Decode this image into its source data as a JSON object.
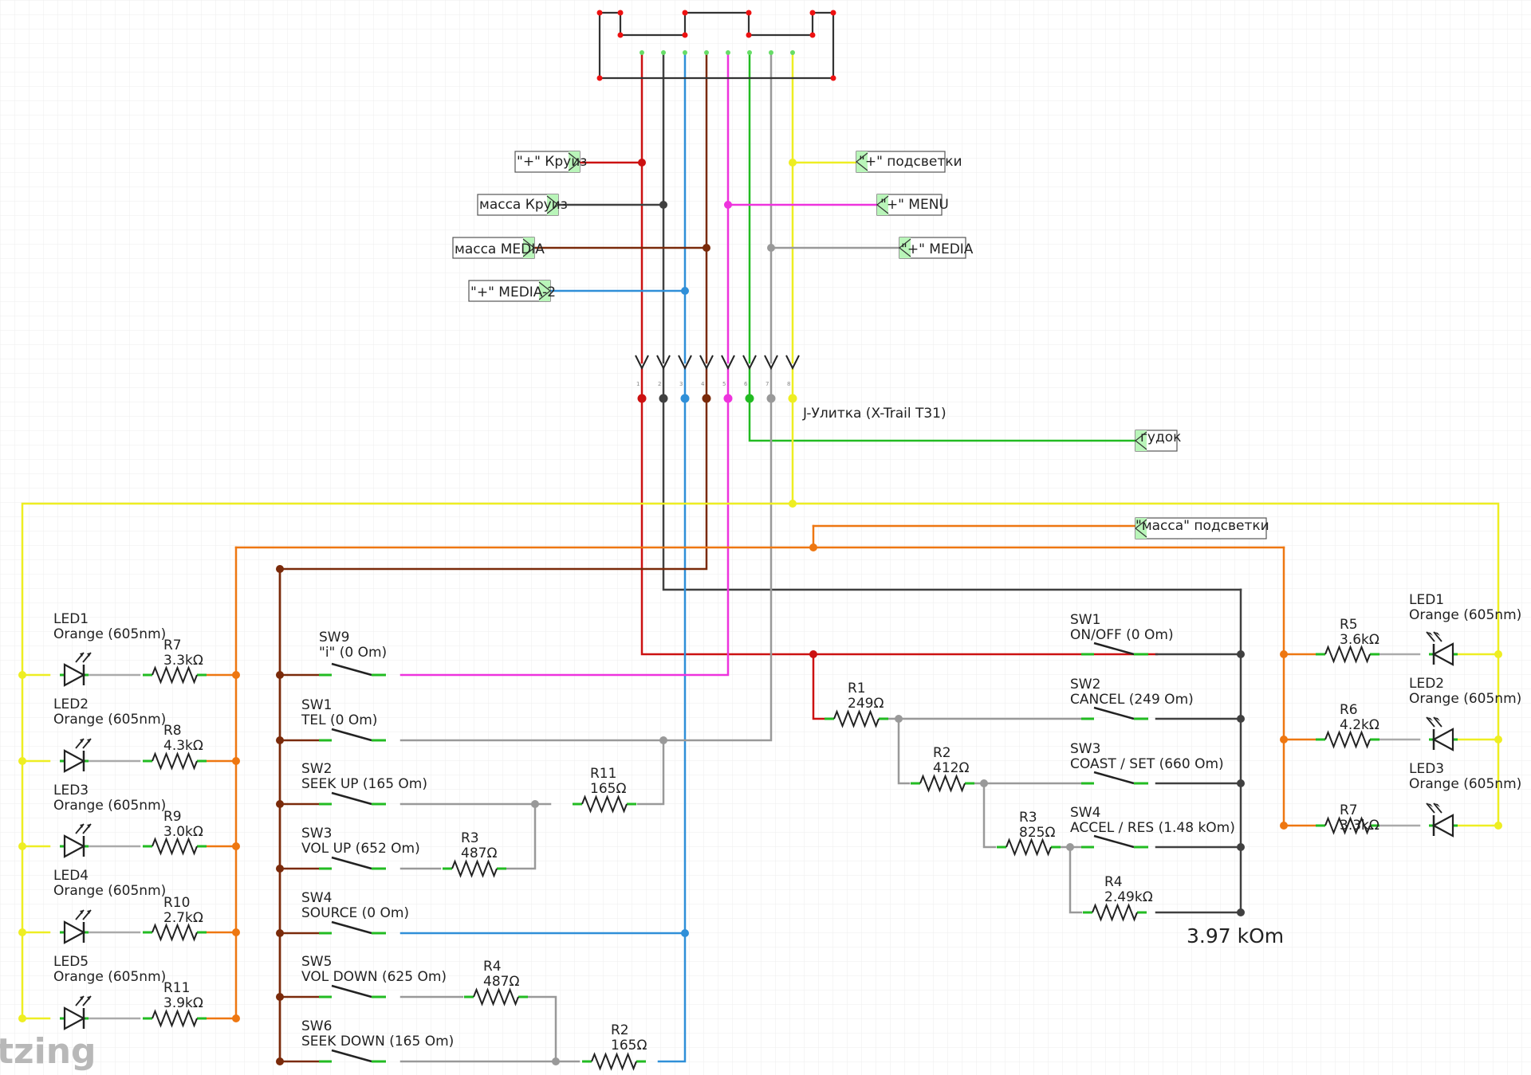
{
  "labels": {
    "kruiz_plus": "\"+\" Круиз",
    "kruiz_mass": "масса Круиз",
    "media_mass": "масса MEDIA",
    "media2_plus": "\"+\" MEDIA-2",
    "podsvetka_plus": "\"+\" подсветки",
    "menu_plus": "\"+\" MENU",
    "media_plus": "\"+\" MEDIA",
    "gudok": "гудок",
    "podsvetka_mass": "\"масса\" подсветки",
    "connector": "J-Улитка (X-Trail T31)",
    "total": "3.97 kOm",
    "watermark": "tzing"
  },
  "pins": [
    "1",
    "2",
    "3",
    "4",
    "5",
    "6",
    "7",
    "8"
  ],
  "left_leds": [
    {
      "name": "LED1",
      "spec": "Orange (605nm)",
      "res": "R7",
      "val": "3.3kΩ"
    },
    {
      "name": "LED2",
      "spec": "Orange (605nm)",
      "res": "R8",
      "val": "4.3kΩ"
    },
    {
      "name": "LED3",
      "spec": "Orange (605nm)",
      "res": "R9",
      "val": "3.0kΩ"
    },
    {
      "name": "LED4",
      "spec": "Orange (605nm)",
      "res": "R10",
      "val": "2.7kΩ"
    },
    {
      "name": "LED5",
      "spec": "Orange (605nm)",
      "res": "R11",
      "val": "3.9kΩ"
    }
  ],
  "right_leds": [
    {
      "name": "LED1",
      "spec": "Orange (605nm)",
      "res": "R5",
      "val": "3.6kΩ"
    },
    {
      "name": "LED2",
      "spec": "Orange (605nm)",
      "res": "R6",
      "val": "4.2kΩ"
    },
    {
      "name": "LED3",
      "spec": "Orange (605nm)",
      "res": "R7",
      "val": "3.3kΩ"
    }
  ],
  "media_switches": [
    {
      "name": "SW9",
      "desc": "\"i\" (0 Om)"
    },
    {
      "name": "SW1",
      "desc": "TEL (0 Om)"
    },
    {
      "name": "SW2",
      "desc": "SEEK UP (165 Om)"
    },
    {
      "name": "SW3",
      "desc": "VOL UP (652 Om)"
    },
    {
      "name": "SW4",
      "desc": "SOURCE (0 Om)"
    },
    {
      "name": "SW5",
      "desc": "VOL DOWN (625 Om)"
    },
    {
      "name": "SW6",
      "desc": "SEEK DOWN (165 Om)"
    }
  ],
  "media_resistors": [
    {
      "name": "R11",
      "val": "165Ω"
    },
    {
      "name": "R3",
      "val": "487Ω"
    },
    {
      "name": "R4",
      "val": "487Ω"
    },
    {
      "name": "R2",
      "val": "165Ω"
    }
  ],
  "cruise_switches": [
    {
      "name": "SW1",
      "desc": "ON/OFF (0 Om)"
    },
    {
      "name": "SW2",
      "desc": "CANCEL (249 Om)"
    },
    {
      "name": "SW3",
      "desc": "COAST / SET (660 Om)"
    },
    {
      "name": "SW4",
      "desc": "ACCEL / RES (1.48 kOm)"
    }
  ],
  "cruise_resistors": [
    {
      "name": "R1",
      "val": "249Ω"
    },
    {
      "name": "R2",
      "val": "412Ω"
    },
    {
      "name": "R3",
      "val": "825Ω"
    },
    {
      "name": "R4",
      "val": "2.49kΩ"
    }
  ],
  "colors": {
    "red": "#cc1111",
    "black": "#404040",
    "blue": "#2f8fd8",
    "brown": "#7a2a0a",
    "magenta": "#ee33dd",
    "green": "#22bb22",
    "gray": "#999999",
    "yellow": "#eeee22",
    "orange": "#ee7711"
  }
}
